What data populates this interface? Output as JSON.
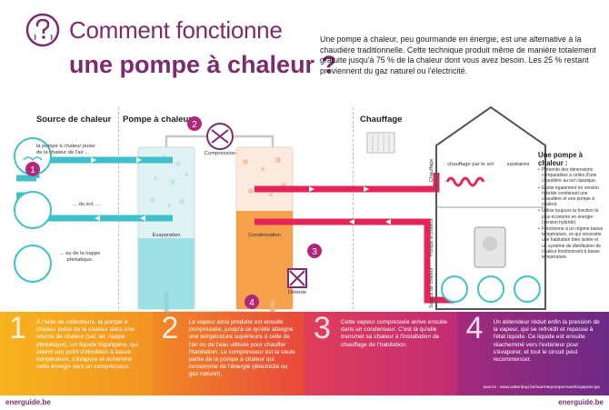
{
  "header": {
    "title_line1": "Comment fonctionne",
    "title_line2": "une pompe à chaleur ?",
    "intro": "Une pompe à chaleur, peu gourmande en énergie, est une alternative à la chaudière traditionnelle. Cette technique produit même de manière totalement gratuite jusqu'à 75 % de la chaleur dont vous avez besoin. Les 25 % restant proviennent du gaz naturel ou l'électricité."
  },
  "columns": {
    "source": "Source de chaleur",
    "pump": "Pompe à chaleur",
    "heating": "Chauffage"
  },
  "diagram": {
    "air_text": "la pompe à chaleur puise de la chaleur de l'air ...",
    "soil_text": "... du sol, ...",
    "water_text": "... ou de la nappe phréatique.",
    "compression": "Compression",
    "evaporation": "Évaporation",
    "condensation": "Condensation",
    "detente": "Détente",
    "floor_heating": "chauffage par le sol",
    "sanitary": "sanitaires",
    "label_chauffage": "Chauffage",
    "label_pompe": "Pompe à chaleur",
    "label_source": "Source de chaleur",
    "markers": [
      "1",
      "2",
      "3",
      "4"
    ]
  },
  "sidebar": {
    "title": "Une pompe à chaleur :",
    "items": [
      "Présente des dimensions comparables à celles d'une chaudière au sol classique.",
      "Existe également en version hybride combinant une chaudière et une pompe à chaleur.",
      "Utilise toujours la fonction la plus économe en énergie (version hybride).",
      "Fonctionne à un régime basse température, ce qui nécessite une habitation bien isolée et un système de distribution de chaleur fonctionnant à basse température."
    ]
  },
  "steps": [
    {
      "num": "1",
      "text": "À l'aide de collecteurs, la pompe à chaleur puise de la chaleur dans une source de chaleur (sol, air, nappe phréatique). Un liquide frigorigène, qui atteint son point d'ébullition à basse température, s'évapore et achemine cette énergie vers un compresseur."
    },
    {
      "num": "2",
      "text": "La vapeur ainsi produite est ensuite compressée, jusqu'à ce qu'elle atteigne une température supérieure à celle de l'air ou de l'eau utilisée pour chauffer l'habitation. Le compresseur est la seule partie de la pompe à chaleur qui consomme de l'énergie (électricité ou gaz naturel)."
    },
    {
      "num": "3",
      "text": "Cette vapeur compressée arrive ensuite dans un condenseur. C'est là qu'elle transmet sa chaleur à l'installation de chauffage de l'habitation."
    },
    {
      "num": "4",
      "text": "Un détendeur réduit enfin la pression de la vapeur, qui se refroidit et repasse à l'état liquide. Ce liquide est ensuite réacheminé vers l'extérieur pour s'évaporer, et tout le circuit peut recommencer."
    }
  ],
  "source_note": "source : www.wittenbop.be/warmtepompen/werkingsprincipe",
  "footer": {
    "brand_left": "energuide.be",
    "brand_right": "energuide.be"
  },
  "colors": {
    "purple": "#7a2c6e",
    "cold": "#3fc1c9",
    "hot": "#e5245a",
    "orange": "#f39323"
  }
}
